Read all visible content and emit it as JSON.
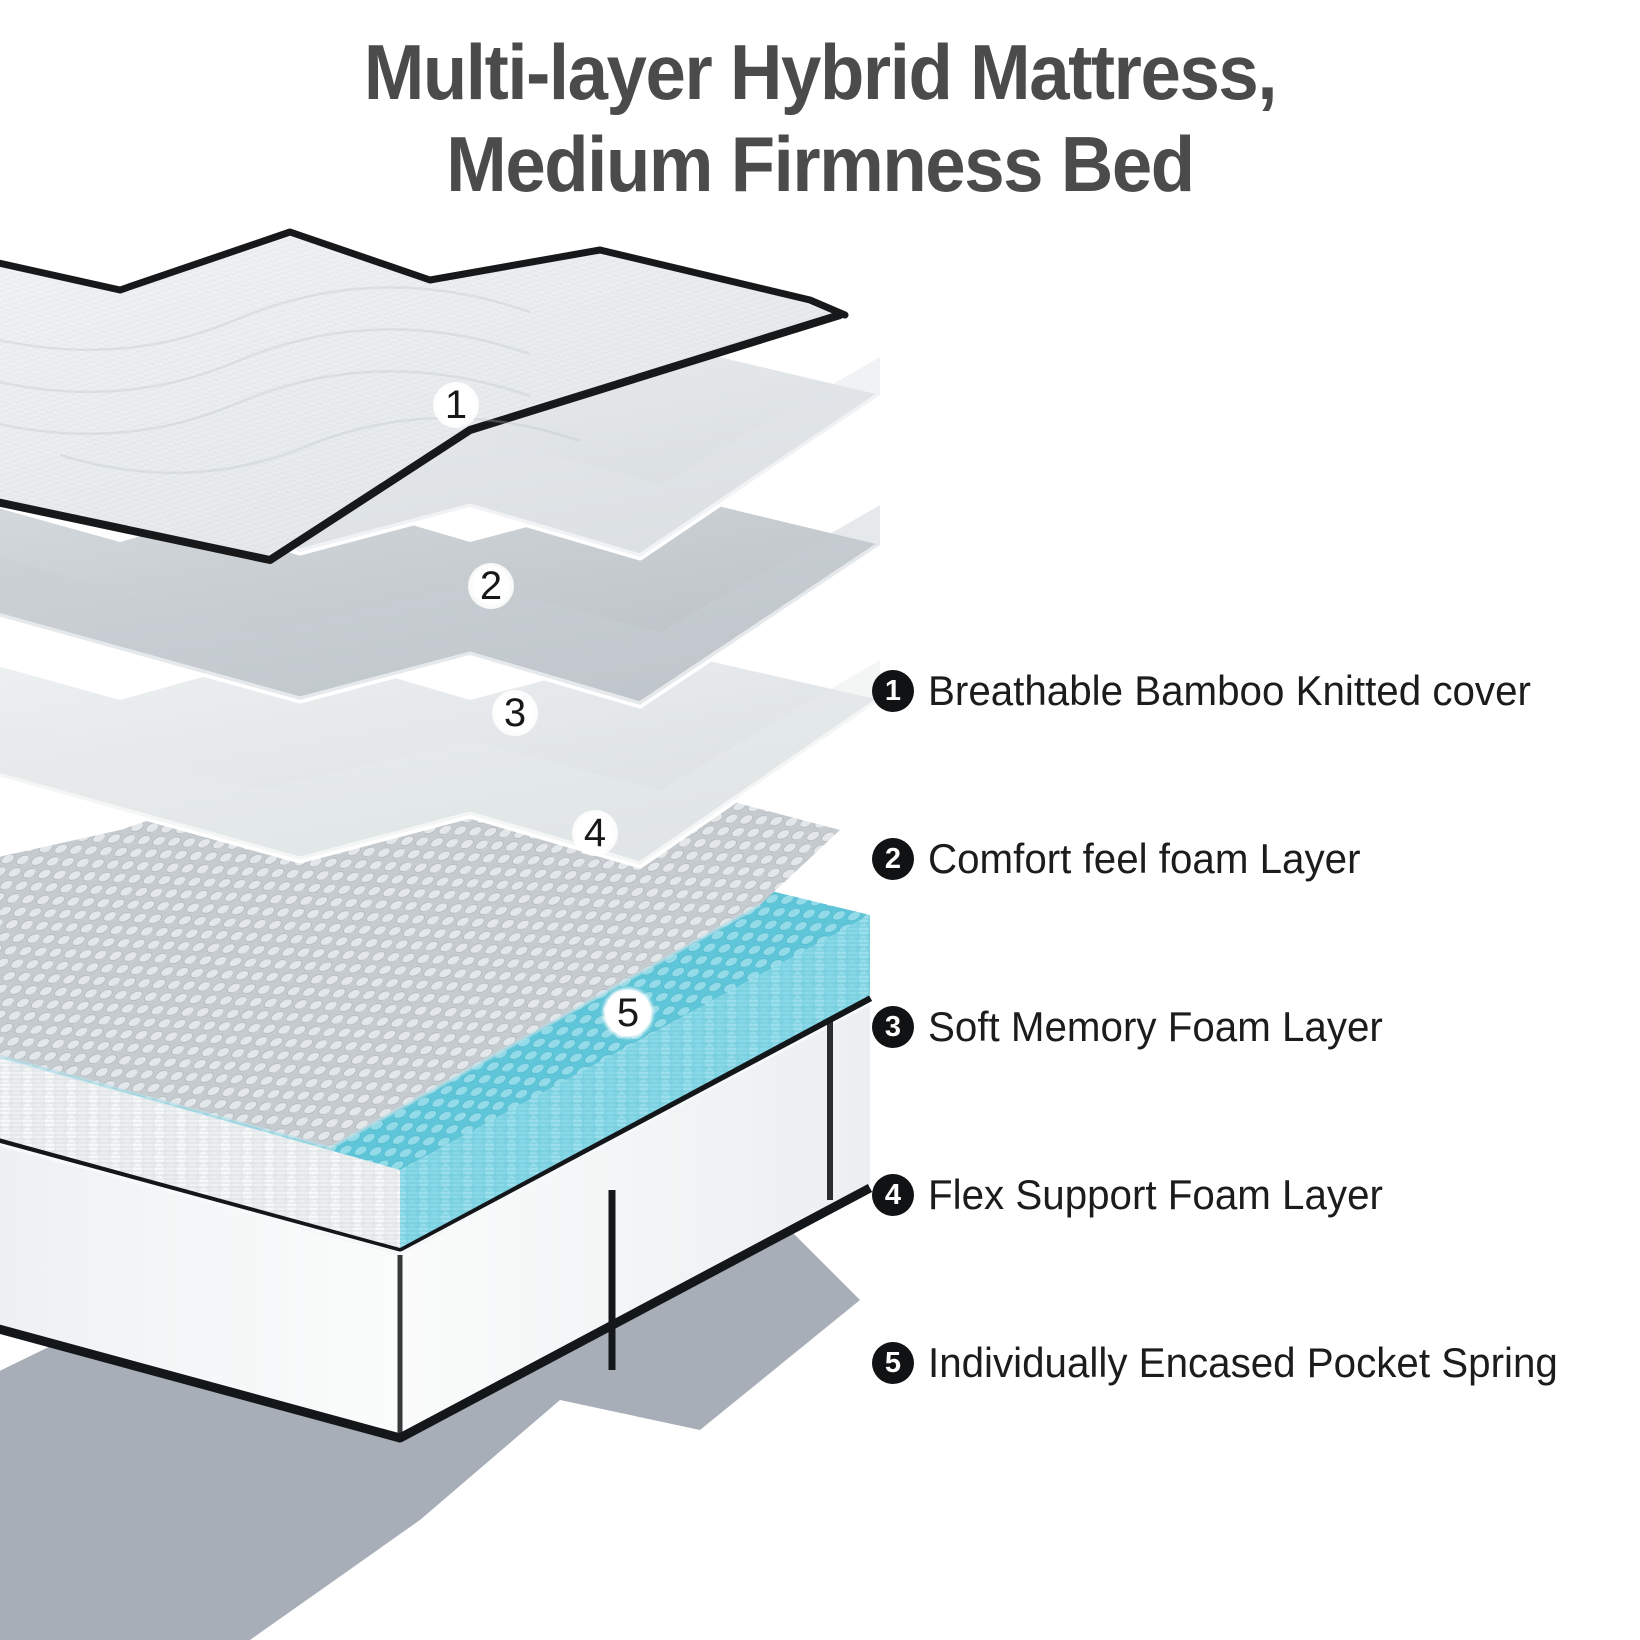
{
  "title": {
    "line1": "Multi-layer Hybrid Mattress,",
    "line2": "Medium Firmness Bed"
  },
  "colors": {
    "title_text": "#4b4b4b",
    "legend_text": "#1b1c1e",
    "legend_bullet": "#111214",
    "cover_fabric": "#e9ecee",
    "cover_edge": "#16181a",
    "comfort_foam": "#dfe3e5",
    "memory_foam": "#c9ced2",
    "flex_foam": "#dfe4e7",
    "spring_top_gray": "#c3c8cd",
    "spring_accent_cyan": "#6fcddc",
    "spring_coil_cyan": "#8ed9e6",
    "base_panel_white": "#f4f6f7",
    "base_piping": "#141619",
    "shadow_sheet_gray": "#a8aeb8",
    "background": "#ffffff"
  },
  "callouts": [
    {
      "number": "1",
      "layer": "cover"
    },
    {
      "number": "2",
      "layer": "comfort-foam"
    },
    {
      "number": "3",
      "layer": "memory-foam"
    },
    {
      "number": "4",
      "layer": "flex-foam"
    },
    {
      "number": "5",
      "layer": "pocket-spring"
    }
  ],
  "legend": {
    "items": [
      {
        "number": "1",
        "label": "Breathable Bamboo Knitted cover"
      },
      {
        "number": "2",
        "label": "Comfort feel foam Layer"
      },
      {
        "number": "3",
        "label": "Soft Memory Foam Layer"
      },
      {
        "number": "4",
        "label": "Flex Support Foam Layer"
      },
      {
        "number": "5",
        "label": "Individually Encased Pocket Spring"
      }
    ]
  }
}
